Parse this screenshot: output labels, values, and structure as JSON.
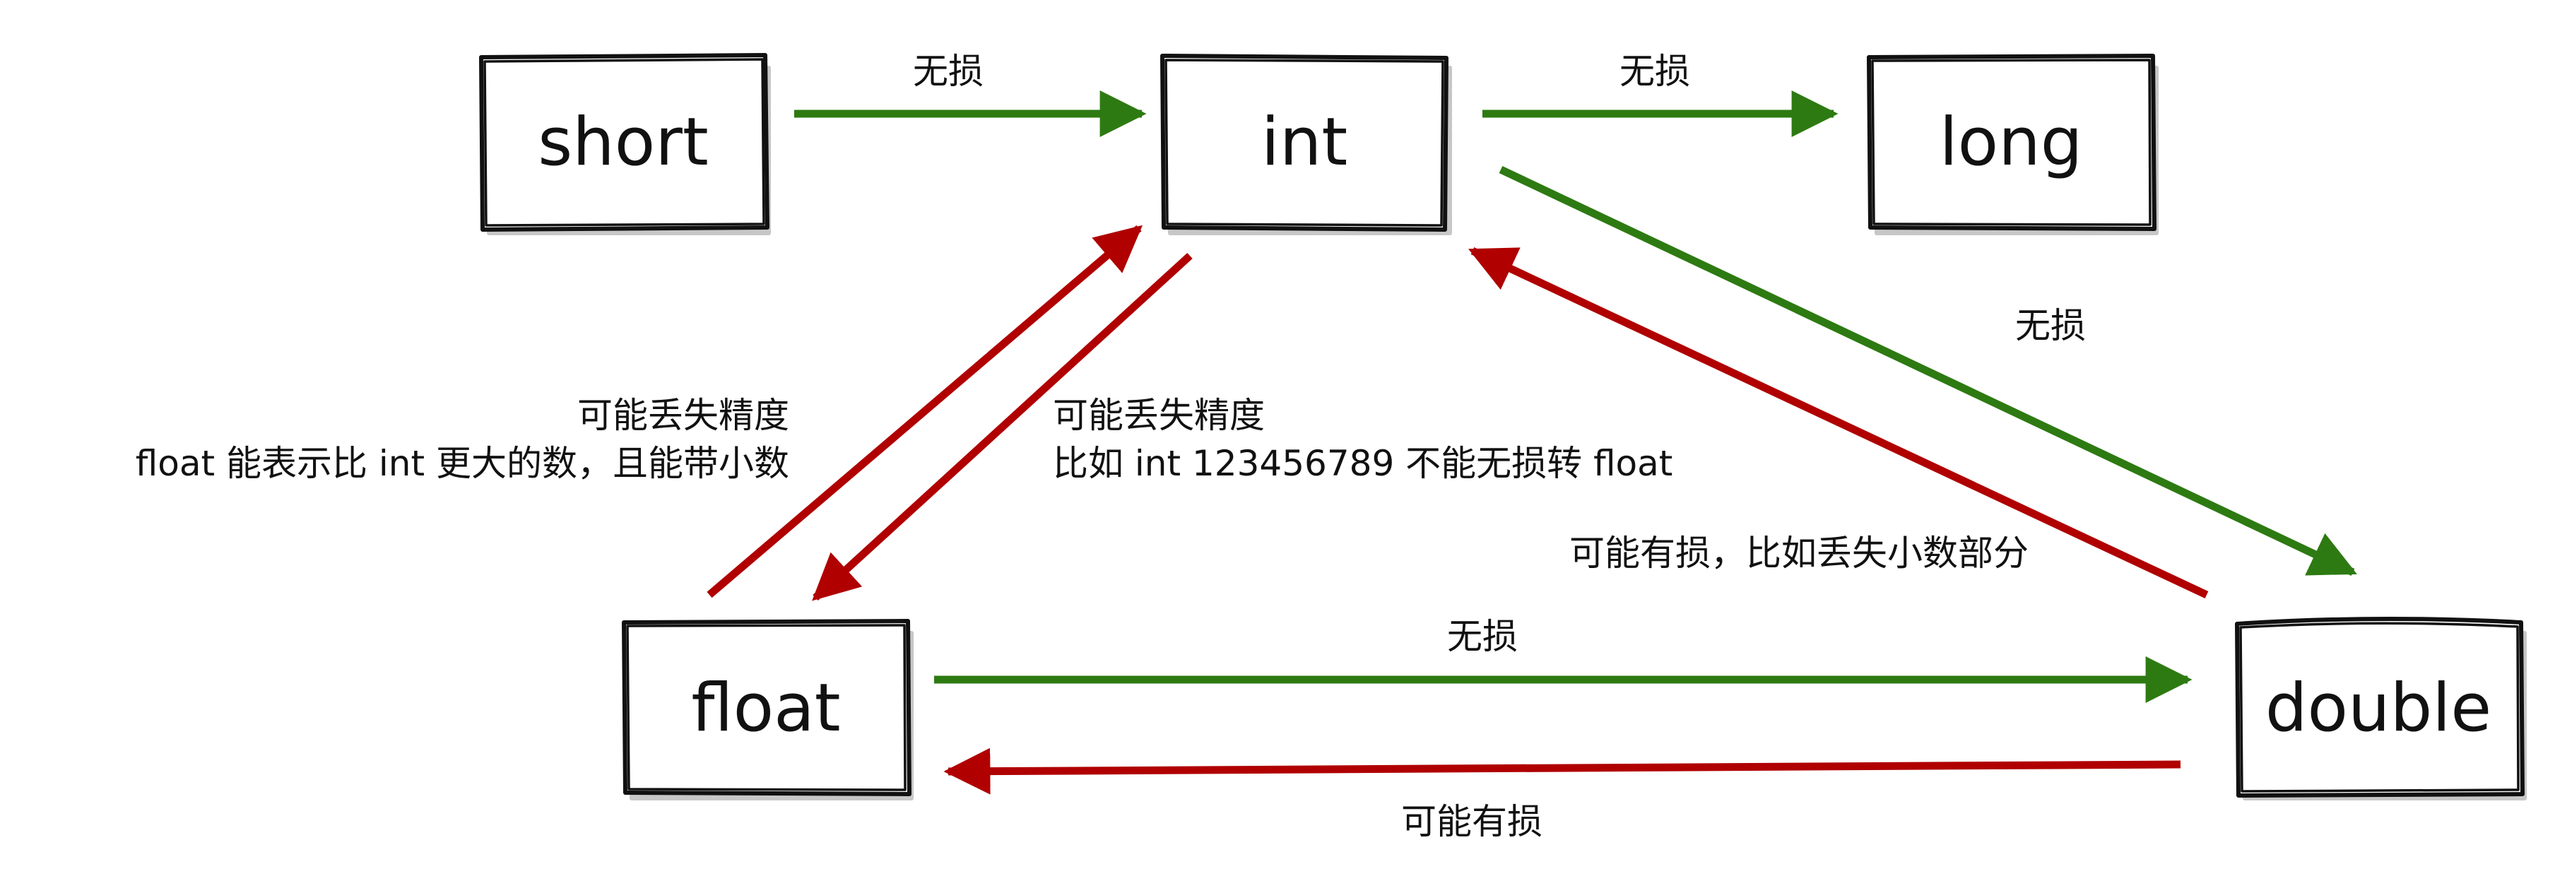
{
  "colors": {
    "lossless": "#2d7a12",
    "lossy": "#b00000",
    "node_border": "#111111",
    "node_shadow": "#c7c7c7",
    "background": "#ffffff"
  },
  "nodes": {
    "short": {
      "label": "short"
    },
    "int": {
      "label": "int"
    },
    "long": {
      "label": "long"
    },
    "float": {
      "label": "float"
    },
    "double": {
      "label": "double"
    }
  },
  "edges": {
    "short_to_int": {
      "from": "short",
      "to": "int",
      "kind": "lossless",
      "label": "无损"
    },
    "int_to_long": {
      "from": "int",
      "to": "long",
      "kind": "lossless",
      "label": "无损"
    },
    "int_to_double": {
      "from": "int",
      "to": "double",
      "kind": "lossless",
      "label": "无损"
    },
    "float_to_int": {
      "from": "float",
      "to": "int",
      "kind": "lossy",
      "label_lines": [
        "可能丢失精度",
        "float 能表示比 int 更大的数，且能带小数"
      ]
    },
    "int_to_float": {
      "from": "int",
      "to": "float",
      "kind": "lossy",
      "label_lines": [
        "可能丢失精度",
        "比如 int 123456789 不能无损转 float"
      ]
    },
    "double_to_int": {
      "from": "double",
      "to": "int",
      "kind": "lossy",
      "label": "可能有损，比如丢失小数部分"
    },
    "float_to_double": {
      "from": "float",
      "to": "double",
      "kind": "lossless",
      "label": "无损"
    },
    "double_to_float": {
      "from": "double",
      "to": "float",
      "kind": "lossy",
      "label": "可能有损"
    }
  }
}
